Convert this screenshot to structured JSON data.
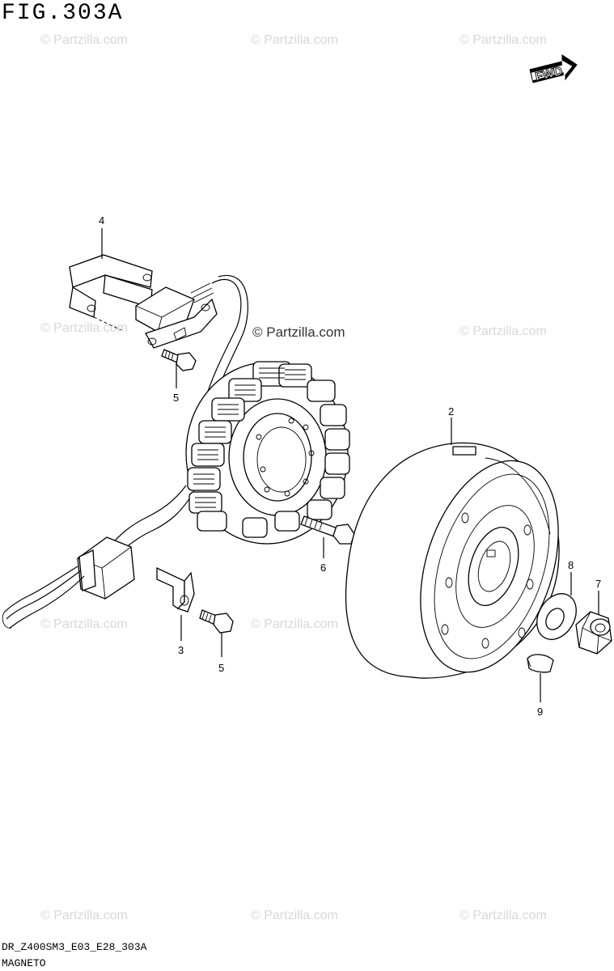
{
  "figure": {
    "title": "FIG.303A",
    "footer_code": "DR_Z400SM3_E03_E28_303A",
    "footer_name": "MAGNETO"
  },
  "fwd_badge": {
    "label": "FWD"
  },
  "watermark": {
    "text": "© Partzilla.com",
    "feature_text": "© Partzilla.com"
  },
  "callouts": [
    "4",
    "5",
    "2",
    "8",
    "7",
    "6",
    "3",
    "5",
    "9"
  ]
}
